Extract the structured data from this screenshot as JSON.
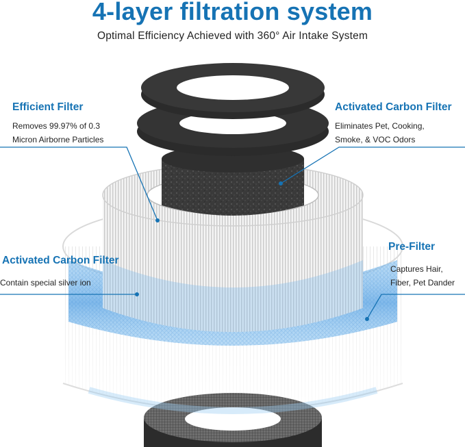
{
  "header": {
    "title": "4-layer filtration system",
    "subtitle": "Optimal Efficiency Achieved with 360° Air Intake System"
  },
  "callouts": {
    "efficient_filter": {
      "title": "Efficient Filter",
      "desc_line1": "Removes 99.97% of 0.3",
      "desc_line2": "Micron Airborne Particles"
    },
    "activated_carbon_top": {
      "title": "Activated Carbon Filter",
      "desc_line1": "Eliminates Pet, Cooking,",
      "desc_line2": "Smoke, & VOC Odors"
    },
    "activated_carbon_left": {
      "title": "Activated Carbon Filter",
      "desc_line1": "Contain special silver ion"
    },
    "pre_filter": {
      "title": "Pre-Filter",
      "desc_line1": "Captures Hair,",
      "desc_line2": "Fiber, Pet Dander"
    }
  },
  "colors": {
    "accent": "#1673b4",
    "text": "#222222",
    "filter_black": "#2b2b2b",
    "mesh_blue": "#5aa7e6"
  }
}
